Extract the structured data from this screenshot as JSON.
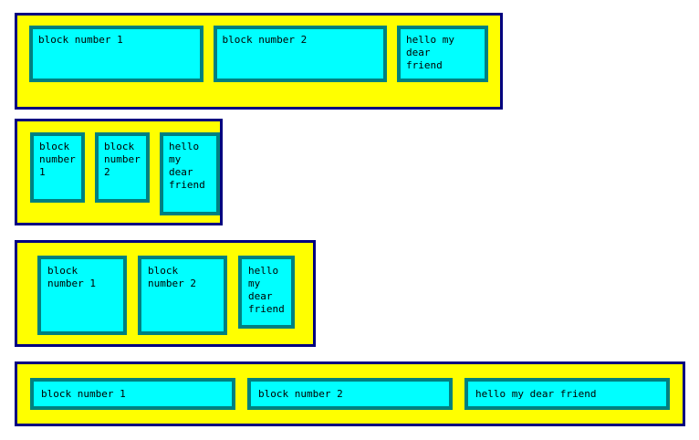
{
  "colors": {
    "page_background": "#ffffff",
    "container_border": "#000080",
    "container_fill": "#ffff00",
    "block_border": "#008080",
    "block_fill": "#00ffff",
    "text": "#000000"
  },
  "rows": [
    {
      "name": "row-1-wide",
      "blocks": [
        {
          "text": "block number 1"
        },
        {
          "text": "block number 2"
        },
        {
          "text": "hello my\ndear\nfriend"
        }
      ]
    },
    {
      "name": "row-2-narrow-overflow",
      "blocks": [
        {
          "text": "block\nnumber\n1"
        },
        {
          "text": "block\nnumber\n2"
        },
        {
          "text": "hello\nmy\ndear\nfriend"
        }
      ]
    },
    {
      "name": "row-3-medium",
      "blocks": [
        {
          "text": "block\nnumber 1"
        },
        {
          "text": "block\nnumber 2"
        },
        {
          "text": "hello\nmy\ndear\nfriend"
        }
      ]
    },
    {
      "name": "row-4-full-width",
      "blocks": [
        {
          "text": "block number 1"
        },
        {
          "text": "block number 2"
        },
        {
          "text": "hello my dear friend"
        }
      ]
    }
  ]
}
